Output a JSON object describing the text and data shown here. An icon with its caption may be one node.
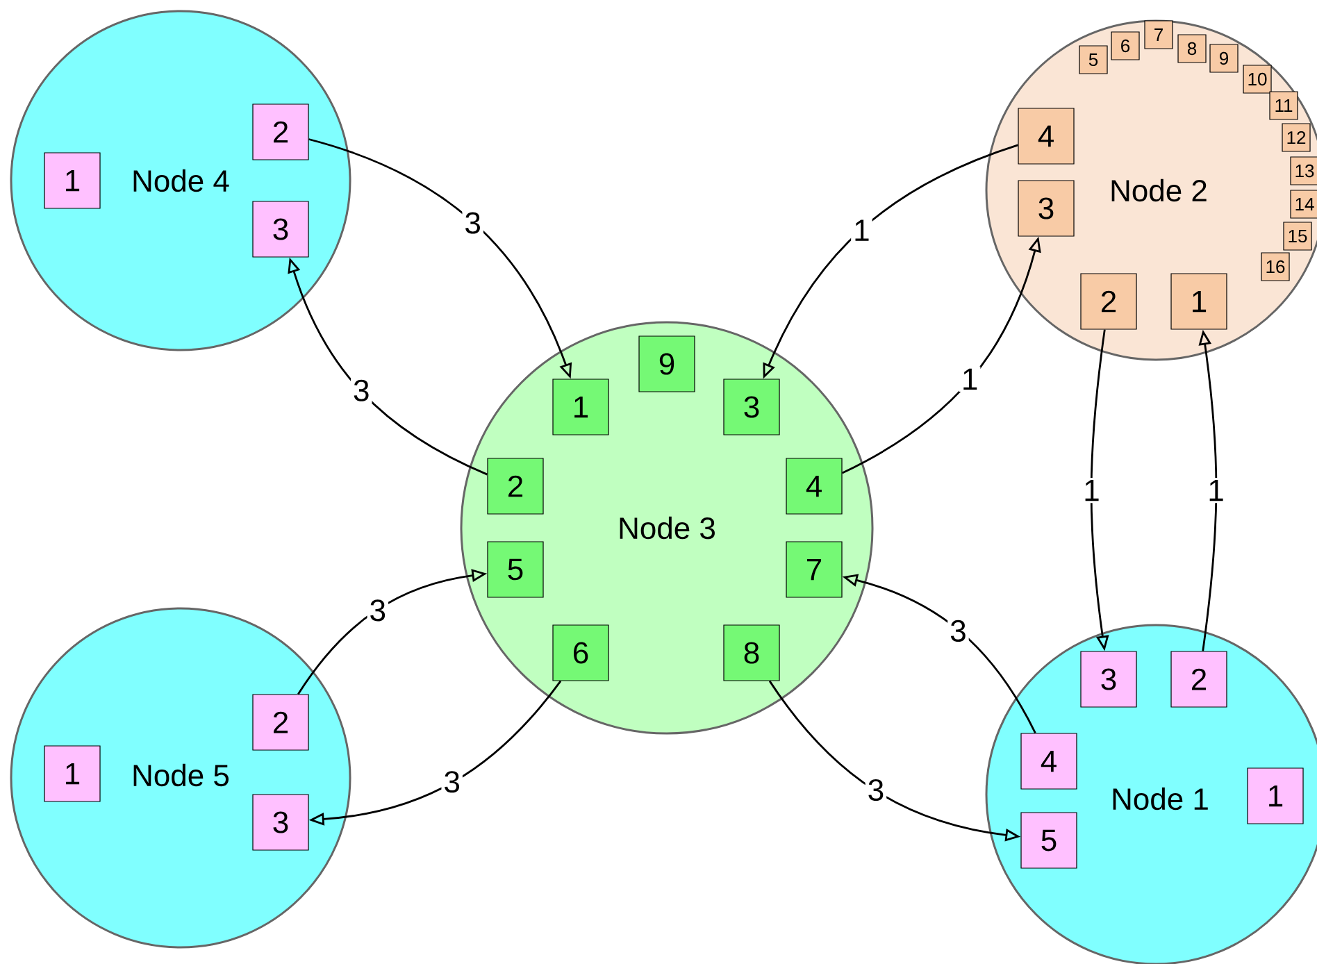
{
  "diagram": {
    "nodes": [
      {
        "text": [
          "Node 4"
        ]
      },
      {
        "text": [
          "1"
        ],
        "in": 0
      },
      {
        "text": [
          "2"
        ],
        "in": 0
      },
      {
        "text": [
          "3"
        ],
        "in": 0
      },
      {
        "text": [
          "Node 2"
        ]
      },
      {
        "text": [
          "1"
        ],
        "in": 4
      },
      {
        "text": [
          "2"
        ],
        "in": 4
      },
      {
        "text": [
          "3"
        ],
        "in": 4
      },
      {
        "text": [
          "4"
        ],
        "in": 4
      },
      {
        "text": [
          "5"
        ],
        "in": 4
      },
      {
        "text": [
          "6"
        ],
        "in": 4
      },
      {
        "text": [
          "7"
        ],
        "in": 4
      },
      {
        "text": [
          "8"
        ],
        "in": 4
      },
      {
        "text": [
          "9"
        ],
        "in": 4
      },
      {
        "text": [
          "10"
        ],
        "in": 4
      },
      {
        "text": [
          "11"
        ],
        "in": 4
      },
      {
        "text": [
          "12"
        ],
        "in": 4
      },
      {
        "text": [
          "13"
        ],
        "in": 4
      },
      {
        "text": [
          "14"
        ],
        "in": 4
      },
      {
        "text": [
          "15"
        ],
        "in": 4
      },
      {
        "text": [
          "16"
        ],
        "in": 4
      },
      {
        "text": [
          "Node 3"
        ]
      },
      {
        "text": [
          "1"
        ],
        "in": 21
      },
      {
        "text": [
          "2"
        ],
        "in": 21
      },
      {
        "text": [
          "3"
        ],
        "in": 21
      },
      {
        "text": [
          "4"
        ],
        "in": 21
      },
      {
        "text": [
          "5"
        ],
        "in": 21
      },
      {
        "text": [
          "6"
        ],
        "in": 21
      },
      {
        "text": [
          "7"
        ],
        "in": 21
      },
      {
        "text": [
          "8"
        ],
        "in": 21
      },
      {
        "text": [
          "9"
        ],
        "in": 21
      },
      {
        "text": [
          "Node 5"
        ]
      },
      {
        "text": [
          "1"
        ],
        "in": 31
      },
      {
        "text": [
          "2"
        ],
        "in": 31
      },
      {
        "text": [
          "3"
        ],
        "in": 31
      },
      {
        "text": [
          "Node 1"
        ]
      },
      {
        "text": [
          "1"
        ],
        "in": 35
      },
      {
        "text": [
          "2"
        ],
        "in": 35
      },
      {
        "text": [
          "3"
        ],
        "in": 35
      },
      {
        "text": [
          "4"
        ],
        "in": 35
      },
      {
        "text": [
          "5"
        ],
        "in": 35
      }
    ],
    "edges": [
      {
        "from": 2,
        "to": 22,
        "arrow": "to",
        "label": "3"
      },
      {
        "from": 23,
        "to": 3,
        "arrow": "to",
        "label": "3"
      },
      {
        "from": 8,
        "to": 24,
        "arrow": "to",
        "label": "1"
      },
      {
        "from": 25,
        "to": 7,
        "arrow": "to",
        "label": "1"
      },
      {
        "from": 6,
        "to": 38,
        "arrow": "to",
        "label": "1"
      },
      {
        "from": 37,
        "to": 5,
        "arrow": "to",
        "label": "1"
      },
      {
        "from": 33,
        "to": 26,
        "arrow": "to",
        "label": "3"
      },
      {
        "from": 27,
        "to": 34,
        "arrow": "to",
        "label": "3"
      },
      {
        "from": 39,
        "to": 28,
        "arrow": "to",
        "label": "3"
      },
      {
        "from": 29,
        "to": 40,
        "arrow": "to",
        "label": "3"
      }
    ]
  }
}
